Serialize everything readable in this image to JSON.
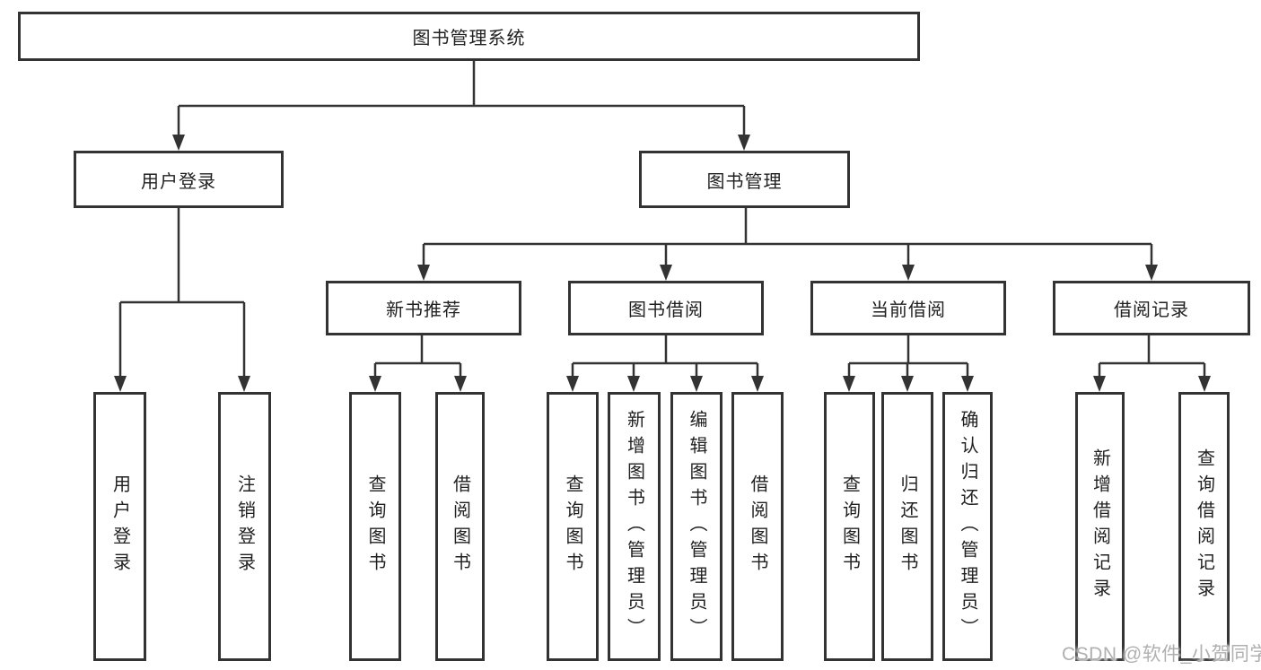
{
  "tree": {
    "label": "图书管理系统",
    "children": [
      {
        "label": "用户登录",
        "children": [
          {
            "label": "用户登录"
          },
          {
            "label": "注销登录"
          }
        ]
      },
      {
        "label": "图书管理",
        "children": [
          {
            "label": "新书推荐",
            "children": [
              {
                "label": "查询图书"
              },
              {
                "label": "借阅图书"
              }
            ]
          },
          {
            "label": "图书借阅",
            "children": [
              {
                "label": "查询图书"
              },
              {
                "label": "新增图书（管理员）"
              },
              {
                "label": "编辑图书（管理员）"
              },
              {
                "label": "借阅图书"
              }
            ]
          },
          {
            "label": "当前借阅",
            "children": [
              {
                "label": "查询图书"
              },
              {
                "label": "归还图书"
              },
              {
                "label": "确认归还（管理员）"
              }
            ]
          },
          {
            "label": "借阅记录",
            "children": [
              {
                "label": "新增借阅记录"
              },
              {
                "label": "查询借阅记录"
              }
            ]
          }
        ]
      }
    ]
  },
  "watermark": {
    "text": "CSDN @软件_小贺同学"
  },
  "colors": {
    "line": "#333333",
    "box_border": "#333333",
    "text": "#212121",
    "watermark": "#b0b0b0",
    "background": "#ffffff"
  }
}
